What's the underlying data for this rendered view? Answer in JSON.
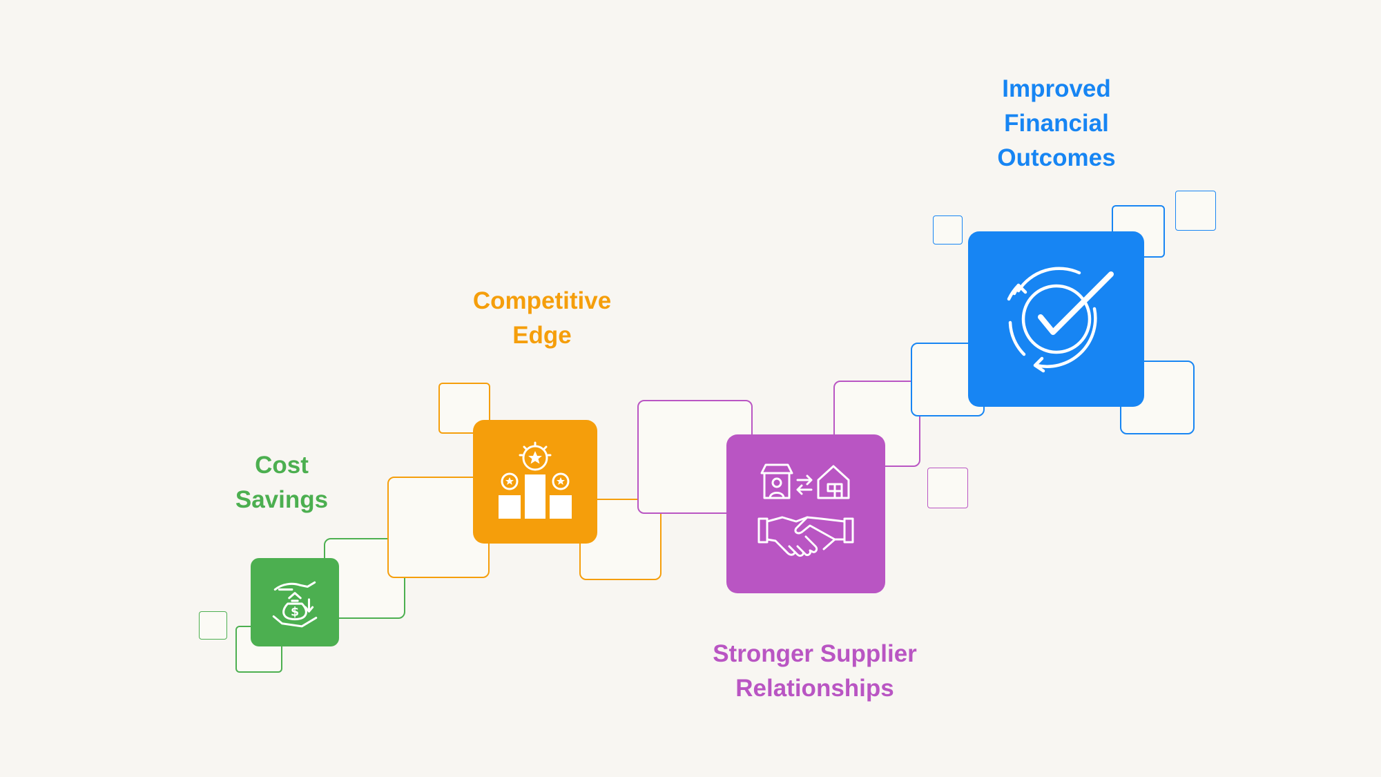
{
  "steps": [
    {
      "id": "cost-savings",
      "icon": "money-bag-hands-icon",
      "label_lines": [
        "Cost",
        "Savings"
      ],
      "color": "#4caf50"
    },
    {
      "id": "competitive-edge",
      "icon": "podium-star-icon",
      "label_lines": [
        "Competitive",
        "Edge"
      ],
      "color": "#f59e0b"
    },
    {
      "id": "stronger-supplier-relationships",
      "icon": "handshake-exchange-icon",
      "label_lines": [
        "Stronger Supplier",
        "Relationships"
      ],
      "color": "#b955c3"
    },
    {
      "id": "improved-financial-outcomes",
      "icon": "check-cycle-icon",
      "label_lines": [
        "Improved",
        "Financial",
        "Outcomes"
      ],
      "color": "#1785f3"
    }
  ],
  "background": "#f8f6f2"
}
